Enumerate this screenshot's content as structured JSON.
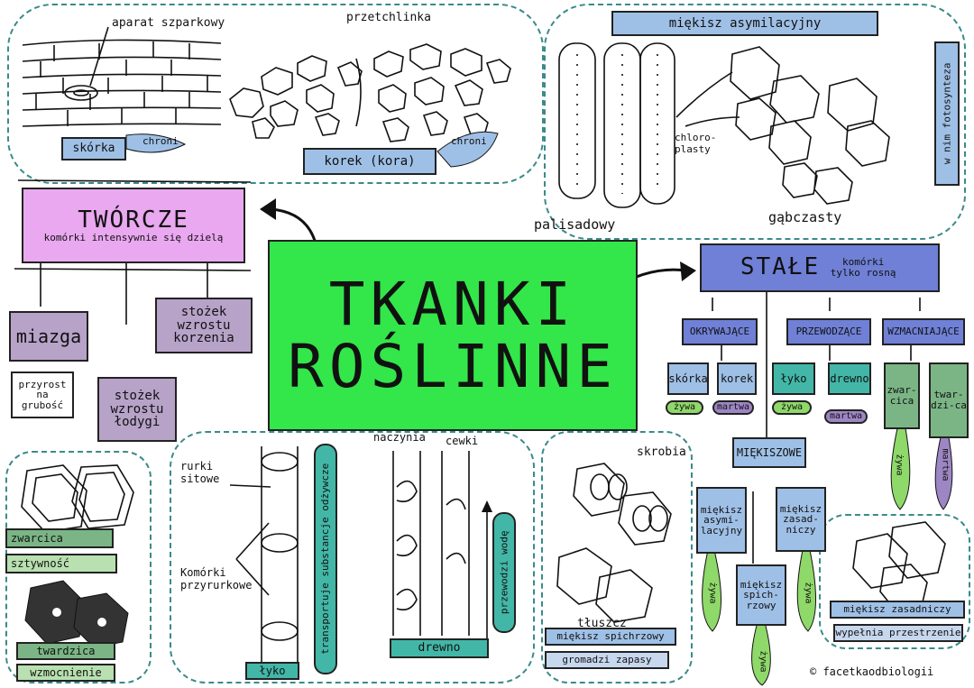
{
  "center": {
    "line1": "TKANKI",
    "line2": "ROŚLINNE"
  },
  "tworcze": {
    "title": "TWÓRCZE",
    "subtitle": "komórki intensywnie się dzielą"
  },
  "miazga": {
    "label": "miazga",
    "note": "przyrost na grubość"
  },
  "stozek_korzenia": "stożek wzrostu korzenia",
  "stozek_lodygi": "stożek wzrostu łodygi",
  "stale": {
    "title": "STAŁE",
    "subtitle": "komórki tylko rosną"
  },
  "okrywajace": {
    "title": "OKRYWAJĄCE",
    "skorka": "skórka",
    "korek": "korek",
    "zywa": "żywa",
    "martwa": "martwa"
  },
  "przewodzace": {
    "title": "PRZEWODZĄCE",
    "lyko": "łyko",
    "drewno": "drewno",
    "zywa": "żywa",
    "martwa": "martwa"
  },
  "wzmacniajace": {
    "title": "WZMACNIAJĄCE",
    "zwarcica": "zwar-cica",
    "twardzica": "twar-dzi-ca",
    "zywa": "żywa",
    "martwa": "martwa"
  },
  "miekiszowe": {
    "title": "MIĘKISZOWE",
    "asymilacyjny": "miękisz asymi-lacyjny",
    "zasadniczy": "miękisz zasad-niczy",
    "spichrzowy": "miękisz spich-rzowy",
    "zywa1": "żywa",
    "zywa2": "żywa",
    "zywa3": "żywa"
  },
  "top_left": {
    "aparat": "aparat szparkowy",
    "skorka": "skórka",
    "chroni": "chroni"
  },
  "top_mid": {
    "przetchlinka": "przetchlinka",
    "korek": "korek (kora)",
    "chroni": "chroni"
  },
  "top_right": {
    "title": "miękisz asymilacyjny",
    "vertical": "w nim fotosynteza",
    "chloroplasty": "chloro-plasty",
    "palisadowy": "palisadowy",
    "gabczasty": "gąbczasty"
  },
  "bottom_left": {
    "zwarcica": "zwarcica",
    "sztywnosc": "sztywność",
    "twardzica": "twardzica",
    "wzmocnienie": "wzmocnienie"
  },
  "bottom_mid": {
    "rurki": "rurki sitowe",
    "komorki": "Komórki przyrurkowe",
    "lyko": "łyko",
    "transport": "transportuje substancje odżywcze",
    "naczynia": "naczynia",
    "cewki": "cewki",
    "drewno": "drewno",
    "przewodzi": "przewodzi wodę"
  },
  "bottom_right": {
    "skrobia": "skrobia",
    "tluszcz": "tłuszcz",
    "spichrzowy": "miękisz spichrzowy",
    "gromadzi": "gromadzi zapasy",
    "zasadniczy": "miękisz zasadniczy",
    "wypelnia": "wypełnia przestrzenie",
    "credit": "© facetkaodbiologii"
  },
  "colors": {
    "green": "#33e64a",
    "pink": "#e9a8ef",
    "purple": "#b7a2c8",
    "blue": "#6f80d6",
    "lightblue": "#9fc0e6",
    "teal": "#43b7a7",
    "lime": "#8fd86a",
    "sage": "#7bb585"
  }
}
